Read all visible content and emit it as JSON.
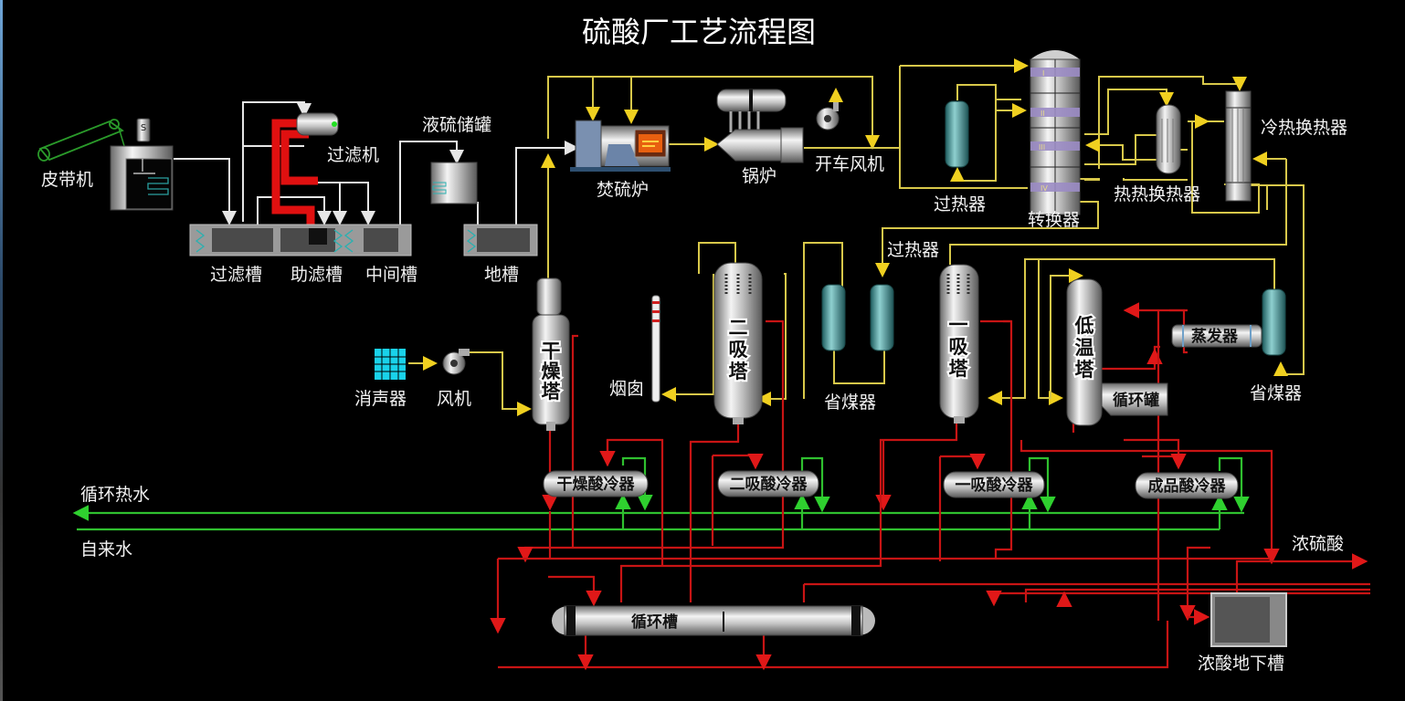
{
  "title": "硫酸厂工艺流程图",
  "equipment": {
    "belt_conveyor": "皮带机",
    "filter_machine": "过滤机",
    "liquid_sulfur_tank": "液硫储罐",
    "filter_tank": "过滤槽",
    "aid_filter_tank": "助滤槽",
    "middle_tank": "中间槽",
    "ground_tank": "地槽",
    "sulfur_burner": "焚硫炉",
    "boiler": "锅炉",
    "startup_fan": "开车风机",
    "superheater_top": "过热器",
    "converter": "转换器",
    "hot_heat_exchanger": "热热换热器",
    "cold_heat_exchanger": "冷热换热器",
    "superheater_mid": "过热器",
    "silencer": "消声器",
    "fan": "风机",
    "drying_tower": "干燥塔",
    "chimney": "烟囱",
    "second_absorption_tower": "二吸塔",
    "economizer_left": "省煤器",
    "first_absorption_tower": "一吸塔",
    "low_temp_tower": "低温塔",
    "circulation_tank_small": "循环罐",
    "evaporator": "蒸发器",
    "economizer_right": "省煤器",
    "drying_acid_cooler": "干燥酸冷器",
    "second_absorption_acid_cooler": "二吸酸冷器",
    "first_absorption_acid_cooler": "一吸酸冷器",
    "product_acid_cooler": "成品酸冷器",
    "circulation_tank": "循环槽",
    "conc_acid_underground_tank": "浓酸地下槽"
  },
  "streams": {
    "circulating_hot_water": "循环热水",
    "tap_water": "自来水",
    "concentrated_sulfuric_acid": "浓硫酸"
  },
  "converter_stages": [
    "I",
    "II",
    "III",
    "IV"
  ],
  "colors": {
    "background": "#000000",
    "sulfur_line": "#e6e6e6",
    "gas_line": "#d8c84a",
    "acid_line": "#c81414",
    "water_line": "#2fc02f",
    "molten_sulfur_pipe": "#e01010",
    "heat_exchanger_teal": "#4a9a9c",
    "silencer_cyan": "#19d2ea"
  }
}
